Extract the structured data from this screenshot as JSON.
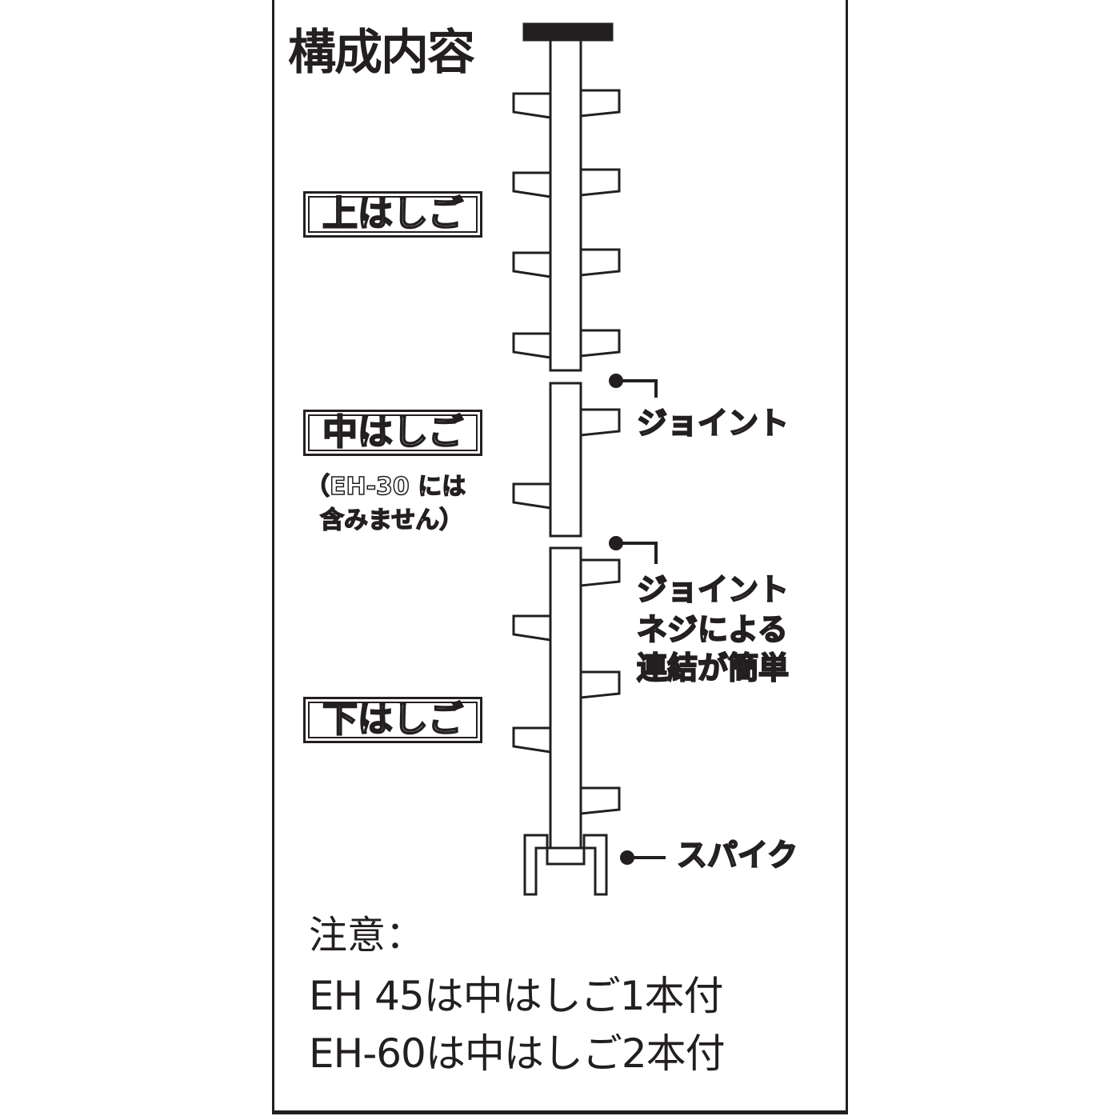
{
  "title": "構成内容",
  "parts": {
    "upper": "上はしご",
    "middle": "中はしご",
    "middle_note_line1": "（EH-30 には",
    "middle_note_line2": "含みません）",
    "lower": "下はしご"
  },
  "callouts": {
    "joint_upper": "ジョイント",
    "joint_lower": "ジョイント",
    "joint_desc_line1": "ネジによる",
    "joint_desc_line2": "連結が簡単",
    "spike": "スパイク"
  },
  "notes": {
    "heading": "注意：",
    "line1": "EH 45は中はしご1本付",
    "line2": "EH-60は中はしご2本付"
  },
  "colors": {
    "ink": "#231f20",
    "background": "#ffffff"
  }
}
